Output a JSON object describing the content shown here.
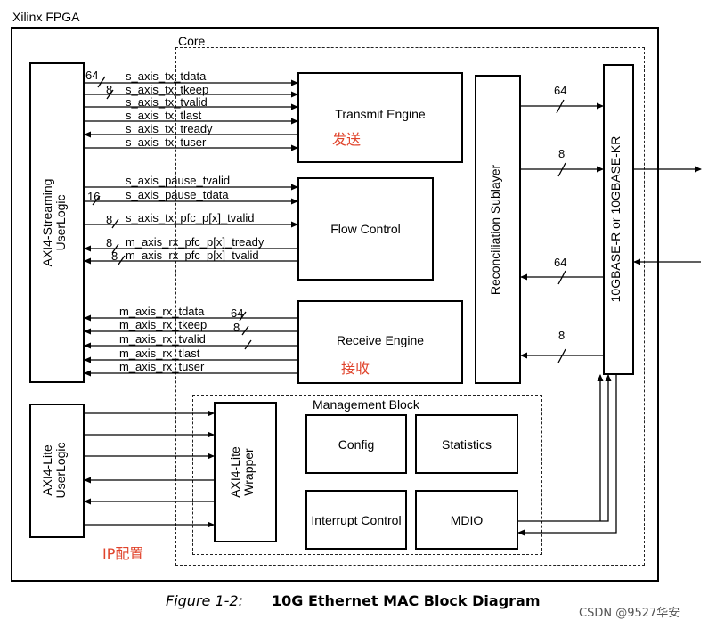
{
  "fpga": {
    "title": "Xilinx FPGA"
  },
  "core": {
    "title": "Core"
  },
  "axi4_streaming": {
    "label": "AXI4-Streaming\nUserLogic"
  },
  "axi4_lite_user": {
    "label": "AXI4-Lite\nUserLogic"
  },
  "axi4_lite_wrapper": {
    "label": "AXI4-Lite\nWrapper"
  },
  "transmit_engine": {
    "label": "Transmit Engine",
    "note": "发送"
  },
  "flow_control": {
    "label": "Flow Control"
  },
  "receive_engine": {
    "label": "Receive Engine",
    "note": "接收"
  },
  "reconciliation": {
    "label": "Reconciliation Sublayer"
  },
  "phy": {
    "label": "10GBASE-R or 10GBASE-KR"
  },
  "management": {
    "title": "Management Block",
    "config": "Config",
    "statistics": "Statistics",
    "interrupt": "Interrupt Control",
    "mdio": "MDIO"
  },
  "ip_note": "IP配置",
  "tx_signals": [
    "s_axis_tx_tdata",
    "s_axis_tx_tkeep",
    "s_axis_tx_tvalid",
    "s_axis_tx_tlast",
    "s_axis_tx_tready",
    "s_axis_tx_tuser"
  ],
  "flow_signals": [
    "s_axis_pause_tvalid",
    "s_axis_pause_tdata",
    "s_axis_tx_pfc_p[x]_tvalid",
    "m_axis_rx_pfc_p[x]_tready",
    "m_axis_rx_pfc_p[x]_tvalid"
  ],
  "rx_signals": [
    "m_axis_rx_tdata",
    "m_axis_rx_tkeep",
    "m_axis_rx_tvalid",
    "m_axis_rx_tlast",
    "m_axis_rx_tuser"
  ],
  "widths": {
    "w64": "64",
    "w8": "8",
    "w16": "16"
  },
  "caption": {
    "prefix": "Figure 1-2:",
    "title": "10G Ethernet MAC Block Diagram"
  },
  "watermark": "CSDN @9527华安"
}
